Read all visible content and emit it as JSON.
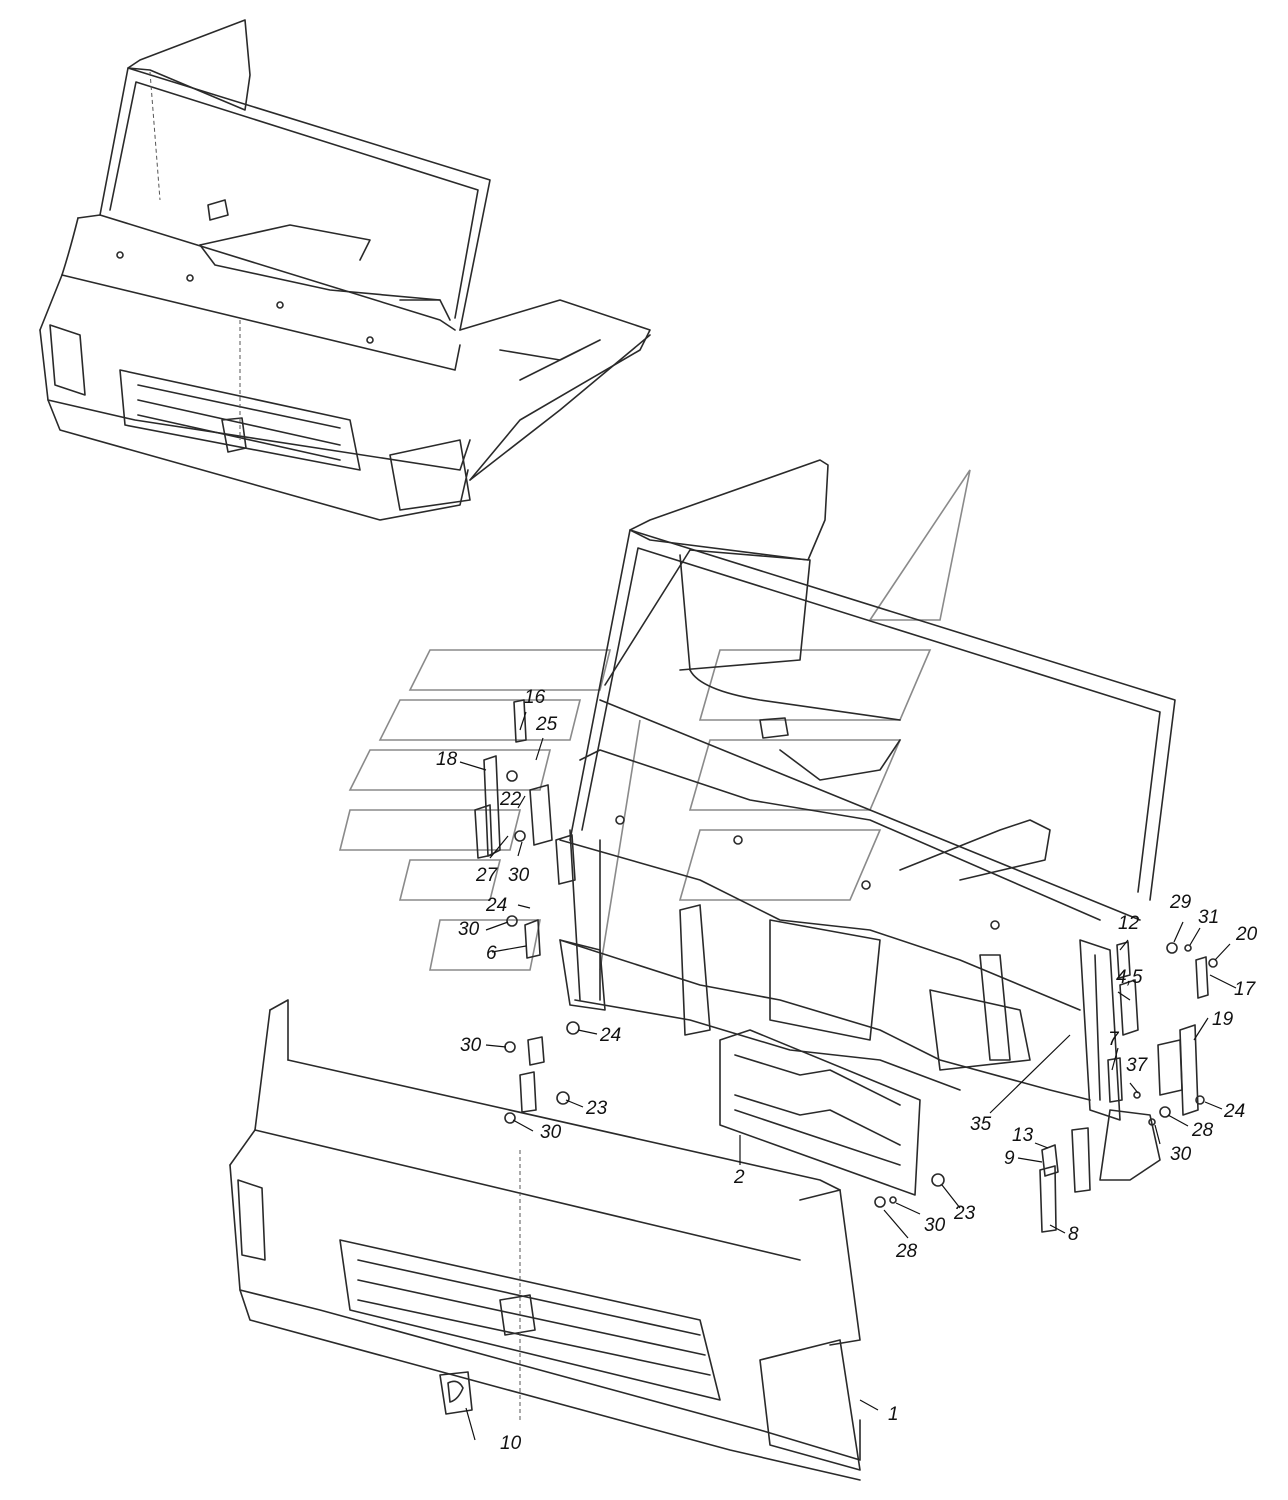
{
  "labels": {
    "n1": "1",
    "n2": "2",
    "n4_5": "4,5",
    "n6": "6",
    "n7": "7",
    "n8": "8",
    "n9": "9",
    "n10": "10",
    "n12": "12",
    "n13": "13",
    "n16": "16",
    "n17": "17",
    "n18": "18",
    "n19": "19",
    "n20": "20",
    "n22": "22",
    "n23a": "23",
    "n23b": "23",
    "n24a": "24",
    "n24b": "24",
    "n24c": "24",
    "n25": "25",
    "n27": "27",
    "n28a": "28",
    "n28b": "28",
    "n29": "29",
    "n30a": "30",
    "n30b": "30",
    "n30c": "30",
    "n30d": "30",
    "n30e": "30",
    "n30f": "30",
    "n31": "31",
    "n35": "35",
    "n37": "37"
  },
  "icons": {
    "watermark": "kamaz-logo-watermark",
    "emblem": "kamaz-horse-emblem"
  }
}
